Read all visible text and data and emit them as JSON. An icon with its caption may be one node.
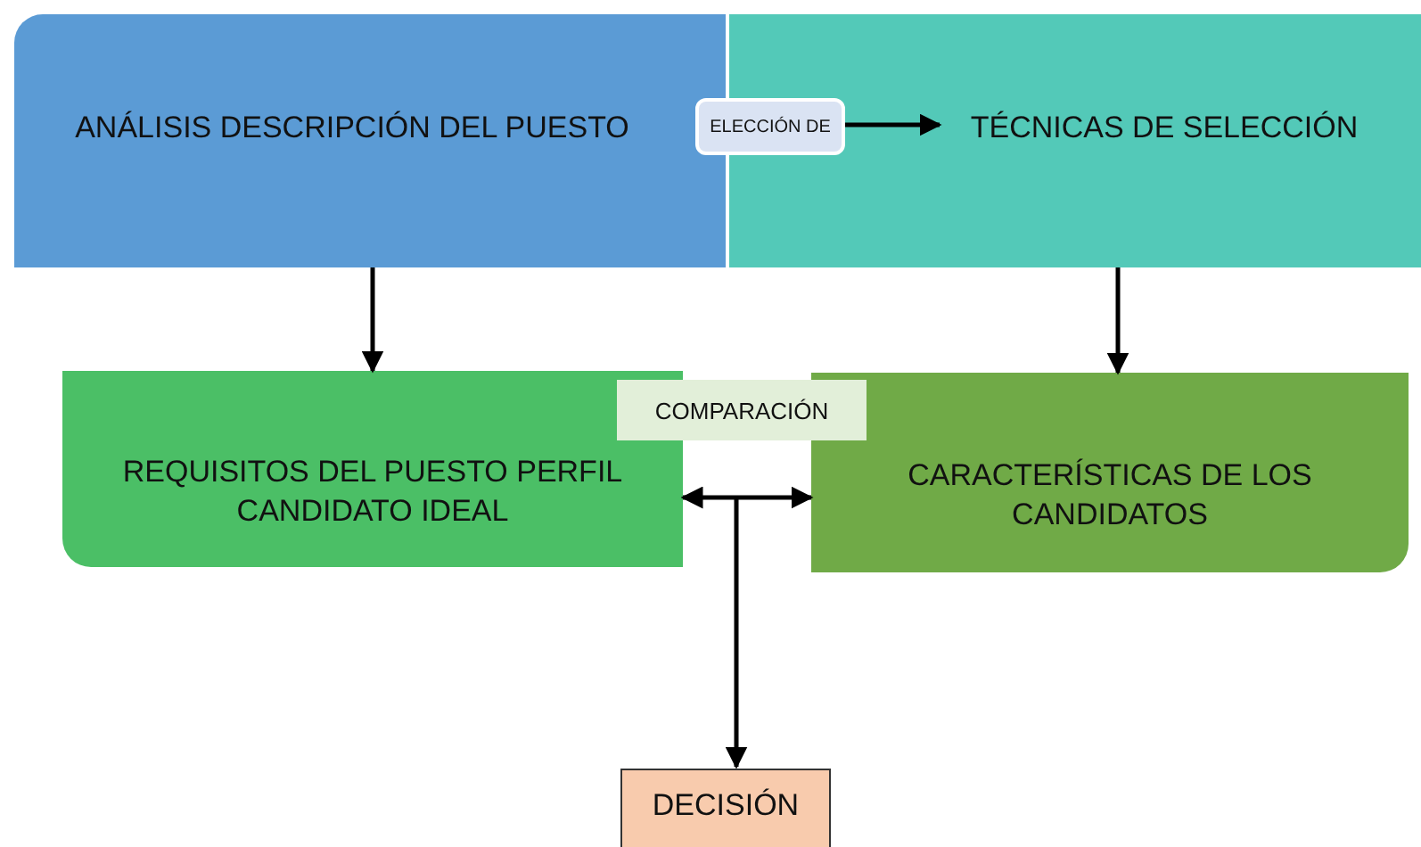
{
  "diagram": {
    "nodes": [
      {
        "text": [
          "ANÁLISIS DESCRIPCIÓN DEL PUESTO"
        ]
      },
      {
        "text": [
          "TÉCNICAS DE SELECCIÓN"
        ]
      },
      {
        "text": [
          "REQUISITOS DEL PUESTO PERFIL CANDIDATO IDEAL"
        ]
      },
      {
        "text": [
          "CARACTERÍSTICAS DE LOS CANDIDATOS"
        ]
      },
      {
        "text": [
          "DECISIÓN"
        ]
      }
    ],
    "edges": [
      {
        "from": 0,
        "to": 1,
        "arrow": "to",
        "label": "ELECCIÓN DE"
      },
      {
        "from": 0,
        "to": 2,
        "arrow": "to"
      },
      {
        "from": 1,
        "to": 3,
        "arrow": "to"
      },
      {
        "from": 2,
        "to": 3,
        "arrow": "both",
        "label": "COMPARACIÓN"
      },
      {
        "from": null,
        "to": 4,
        "arrow": "to"
      }
    ]
  }
}
